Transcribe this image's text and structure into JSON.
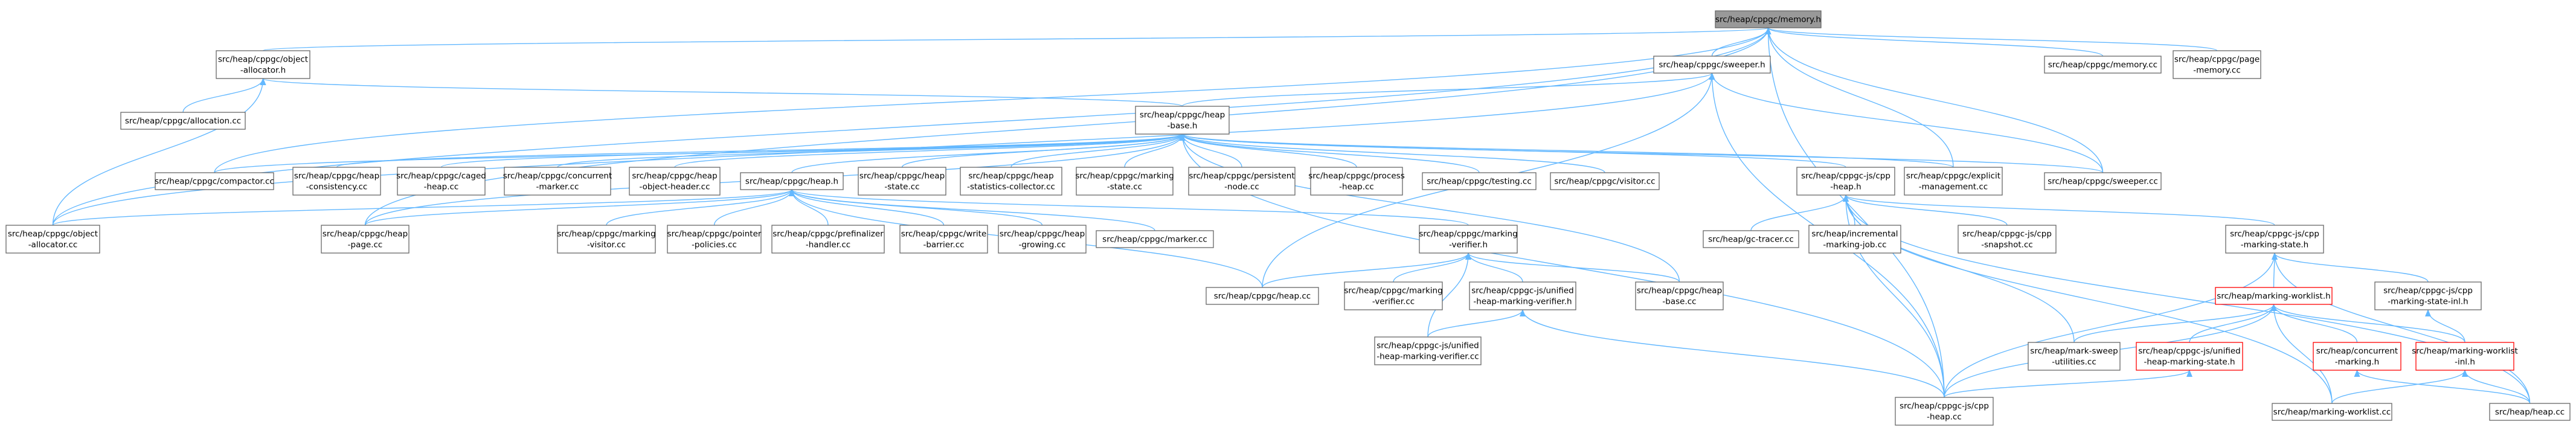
{
  "nodes": [
    {
      "id": "memory_h",
      "lines": [
        "src/heap/cppgc/memory.h"
      ],
      "style": "root"
    },
    {
      "id": "object_allocator_h",
      "lines": [
        "src/heap/cppgc/object",
        "-allocator.h"
      ]
    },
    {
      "id": "sweeper_h",
      "lines": [
        "src/heap/cppgc/sweeper.h"
      ]
    },
    {
      "id": "memory_cc",
      "lines": [
        "src/heap/cppgc/memory.cc"
      ]
    },
    {
      "id": "page_memory_cc",
      "lines": [
        "src/heap/cppgc/page",
        "-memory.cc"
      ]
    },
    {
      "id": "allocation_cc",
      "lines": [
        "src/heap/cppgc/allocation.cc"
      ]
    },
    {
      "id": "heap_base_h",
      "lines": [
        "src/heap/cppgc/heap",
        "-base.h"
      ]
    },
    {
      "id": "compactor_cc",
      "lines": [
        "src/heap/cppgc/compactor.cc"
      ]
    },
    {
      "id": "heap_consistency_cc",
      "lines": [
        "src/heap/cppgc/heap",
        "-consistency.cc"
      ]
    },
    {
      "id": "caged_heap_cc",
      "lines": [
        "src/heap/cppgc/caged",
        "-heap.cc"
      ]
    },
    {
      "id": "concurrent_marker_cc",
      "lines": [
        "src/heap/cppgc/concurrent",
        "-marker.cc"
      ]
    },
    {
      "id": "object_header_cc",
      "lines": [
        "src/heap/cppgc/heap",
        "-object-header.cc"
      ]
    },
    {
      "id": "heap_h",
      "lines": [
        "src/heap/cppgc/heap.h"
      ]
    },
    {
      "id": "heap_state_cc",
      "lines": [
        "src/heap/cppgc/heap",
        "-state.cc"
      ]
    },
    {
      "id": "stats_collector_cc",
      "lines": [
        "src/heap/cppgc/heap",
        "-statistics-collector.cc"
      ]
    },
    {
      "id": "marking_state_cc",
      "lines": [
        "src/heap/cppgc/marking",
        "-state.cc"
      ]
    },
    {
      "id": "persistent_node_cc",
      "lines": [
        "src/heap/cppgc/persistent",
        "-node.cc"
      ]
    },
    {
      "id": "process_heap_cc",
      "lines": [
        "src/heap/cppgc/process",
        "-heap.cc"
      ]
    },
    {
      "id": "testing_cc",
      "lines": [
        "src/heap/cppgc/testing.cc"
      ]
    },
    {
      "id": "visitor_cc",
      "lines": [
        "src/heap/cppgc/visitor.cc"
      ]
    },
    {
      "id": "cpp_heap_h",
      "lines": [
        "src/heap/cppgc-js/cpp",
        "-heap.h"
      ]
    },
    {
      "id": "explicit_mgmt_cc",
      "lines": [
        "src/heap/cppgc/explicit",
        "-management.cc"
      ]
    },
    {
      "id": "sweeper_cc",
      "lines": [
        "src/heap/cppgc/sweeper.cc"
      ]
    },
    {
      "id": "object_allocator_cc",
      "lines": [
        "src/heap/cppgc/object",
        "-allocator.cc"
      ]
    },
    {
      "id": "heap_page_cc",
      "lines": [
        "src/heap/cppgc/heap",
        "-page.cc"
      ]
    },
    {
      "id": "marking_visitor_cc",
      "lines": [
        "src/heap/cppgc/marking",
        "-visitor.cc"
      ]
    },
    {
      "id": "pointer_policies_cc",
      "lines": [
        "src/heap/cppgc/pointer",
        "-policies.cc"
      ]
    },
    {
      "id": "prefinalizer_handler_cc",
      "lines": [
        "src/heap/cppgc/prefinalizer",
        "-handler.cc"
      ]
    },
    {
      "id": "write_barrier_cc",
      "lines": [
        "src/heap/cppgc/write",
        "-barrier.cc"
      ]
    },
    {
      "id": "heap_growing_cc",
      "lines": [
        "src/heap/cppgc/heap",
        "-growing.cc"
      ]
    },
    {
      "id": "marker_cc",
      "lines": [
        "src/heap/cppgc/marker.cc"
      ]
    },
    {
      "id": "marking_verifier_h",
      "lines": [
        "src/heap/cppgc/marking",
        "-verifier.h"
      ]
    },
    {
      "id": "gc_tracer_cc",
      "lines": [
        "src/heap/gc-tracer.cc"
      ]
    },
    {
      "id": "incremental_marking_job_cc",
      "lines": [
        "src/heap/incremental",
        "-marking-job.cc"
      ]
    },
    {
      "id": "cpp_snapshot_cc",
      "lines": [
        "src/heap/cppgc-js/cpp",
        "-snapshot.cc"
      ]
    },
    {
      "id": "cpp_marking_state_h",
      "lines": [
        "src/heap/cppgc-js/cpp",
        "-marking-state.h"
      ]
    },
    {
      "id": "heap_cc_cppgc",
      "lines": [
        "src/heap/cppgc/heap.cc"
      ]
    },
    {
      "id": "marking_verifier_cc",
      "lines": [
        "src/heap/cppgc/marking",
        "-verifier.cc"
      ]
    },
    {
      "id": "unified_verifier_h",
      "lines": [
        "src/heap/cppgc-js/unified",
        "-heap-marking-verifier.h"
      ]
    },
    {
      "id": "heap_base_cc",
      "lines": [
        "src/heap/cppgc/heap",
        "-base.cc"
      ]
    },
    {
      "id": "marking_worklist_h",
      "lines": [
        "src/heap/marking-worklist.h"
      ],
      "style": "red"
    },
    {
      "id": "cpp_marking_state_inl_h",
      "lines": [
        "src/heap/cppgc-js/cpp",
        "-marking-state-inl.h"
      ]
    },
    {
      "id": "unified_verifier_cc",
      "lines": [
        "src/heap/cppgc-js/unified",
        "-heap-marking-verifier.cc"
      ]
    },
    {
      "id": "mark_sweep_utilities_cc",
      "lines": [
        "src/heap/mark-sweep",
        "-utilities.cc"
      ]
    },
    {
      "id": "unified_marking_state_h",
      "lines": [
        "src/heap/cppgc-js/unified",
        "-heap-marking-state.h"
      ],
      "style": "red"
    },
    {
      "id": "concurrent_marking_h",
      "lines": [
        "src/heap/concurrent",
        "-marking.h"
      ],
      "style": "red"
    },
    {
      "id": "marking_worklist_inl_h",
      "lines": [
        "src/heap/marking-worklist",
        "-inl.h"
      ],
      "style": "red"
    },
    {
      "id": "cpp_heap_cc",
      "lines": [
        "src/heap/cppgc-js/cpp",
        "-heap.cc"
      ]
    },
    {
      "id": "marking_worklist_cc",
      "lines": [
        "src/heap/marking-worklist.cc"
      ]
    },
    {
      "id": "heap_cc",
      "lines": [
        "src/heap/heap.cc"
      ]
    }
  ],
  "edges": [
    [
      "object_allocator_h",
      "memory_h"
    ],
    [
      "sweeper_h",
      "memory_h"
    ],
    [
      "memory_cc",
      "memory_h"
    ],
    [
      "page_memory_cc",
      "memory_h"
    ],
    [
      "object_allocator_cc",
      "memory_h"
    ],
    [
      "compactor_cc",
      "memory_h"
    ],
    [
      "heap_page_cc",
      "memory_h"
    ],
    [
      "explicit_mgmt_cc",
      "memory_h"
    ],
    [
      "sweeper_cc",
      "memory_h"
    ],
    [
      "cpp_heap_cc",
      "memory_h"
    ],
    [
      "allocation_cc",
      "object_allocator_h"
    ],
    [
      "heap_base_h",
      "object_allocator_h"
    ],
    [
      "object_allocator_cc",
      "object_allocator_h"
    ],
    [
      "heap_base_h",
      "sweeper_h"
    ],
    [
      "sweeper_cc",
      "sweeper_h"
    ],
    [
      "heap_cc_cppgc",
      "sweeper_h"
    ],
    [
      "cpp_heap_cc",
      "sweeper_h"
    ],
    [
      "object_allocator_cc",
      "sweeper_h"
    ],
    [
      "compactor_cc",
      "heap_base_h"
    ],
    [
      "heap_consistency_cc",
      "heap_base_h"
    ],
    [
      "caged_heap_cc",
      "heap_base_h"
    ],
    [
      "concurrent_marker_cc",
      "heap_base_h"
    ],
    [
      "object_header_cc",
      "heap_base_h"
    ],
    [
      "heap_h",
      "heap_base_h"
    ],
    [
      "heap_state_cc",
      "heap_base_h"
    ],
    [
      "stats_collector_cc",
      "heap_base_h"
    ],
    [
      "marking_state_cc",
      "heap_base_h"
    ],
    [
      "persistent_node_cc",
      "heap_base_h"
    ],
    [
      "process_heap_cc",
      "heap_base_h"
    ],
    [
      "testing_cc",
      "heap_base_h"
    ],
    [
      "visitor_cc",
      "heap_base_h"
    ],
    [
      "cpp_heap_h",
      "heap_base_h"
    ],
    [
      "explicit_mgmt_cc",
      "heap_base_h"
    ],
    [
      "sweeper_cc",
      "heap_base_h"
    ],
    [
      "heap_base_cc",
      "heap_base_h"
    ],
    [
      "cpp_heap_cc",
      "heap_base_h"
    ],
    [
      "heap_page_cc",
      "heap_base_h"
    ],
    [
      "object_allocator_cc",
      "heap_h"
    ],
    [
      "heap_page_cc",
      "heap_h"
    ],
    [
      "marking_visitor_cc",
      "heap_h"
    ],
    [
      "pointer_policies_cc",
      "heap_h"
    ],
    [
      "prefinalizer_handler_cc",
      "heap_h"
    ],
    [
      "write_barrier_cc",
      "heap_h"
    ],
    [
      "heap_growing_cc",
      "heap_h"
    ],
    [
      "marker_cc",
      "heap_h"
    ],
    [
      "heap_cc_cppgc",
      "heap_h"
    ],
    [
      "marking_verifier_h",
      "heap_h"
    ],
    [
      "heap_cc_cppgc",
      "marking_verifier_h"
    ],
    [
      "marking_verifier_cc",
      "marking_verifier_h"
    ],
    [
      "unified_verifier_h",
      "marking_verifier_h"
    ],
    [
      "heap_base_cc",
      "marking_verifier_h"
    ],
    [
      "unified_verifier_cc",
      "marking_verifier_h"
    ],
    [
      "unified_verifier_cc",
      "unified_verifier_h"
    ],
    [
      "cpp_heap_cc",
      "unified_verifier_h"
    ],
    [
      "gc_tracer_cc",
      "cpp_heap_h"
    ],
    [
      "incremental_marking_job_cc",
      "cpp_heap_h"
    ],
    [
      "cpp_snapshot_cc",
      "cpp_heap_h"
    ],
    [
      "cpp_marking_state_h",
      "cpp_heap_h"
    ],
    [
      "cpp_heap_cc",
      "cpp_heap_h"
    ],
    [
      "mark_sweep_utilities_cc",
      "cpp_heap_h"
    ],
    [
      "heap_cc",
      "cpp_heap_h"
    ],
    [
      "marking_worklist_cc",
      "cpp_heap_h"
    ],
    [
      "marking_worklist_h",
      "cpp_marking_state_h"
    ],
    [
      "cpp_marking_state_inl_h",
      "cpp_marking_state_h"
    ],
    [
      "cpp_heap_cc",
      "cpp_marking_state_h"
    ],
    [
      "heap_cc",
      "cpp_marking_state_h"
    ],
    [
      "mark_sweep_utilities_cc",
      "marking_worklist_h"
    ],
    [
      "unified_marking_state_h",
      "marking_worklist_h"
    ],
    [
      "concurrent_marking_h",
      "marking_worklist_h"
    ],
    [
      "marking_worklist_inl_h",
      "marking_worklist_h"
    ],
    [
      "cpp_heap_cc",
      "marking_worklist_h"
    ],
    [
      "marking_worklist_cc",
      "marking_worklist_h"
    ],
    [
      "marking_worklist_inl_h",
      "cpp_marking_state_inl_h"
    ],
    [
      "cpp_heap_cc",
      "unified_marking_state_h"
    ],
    [
      "heap_cc",
      "concurrent_marking_h"
    ],
    [
      "marking_worklist_cc",
      "marking_worklist_inl_h"
    ],
    [
      "heap_cc",
      "marking_worklist_inl_h"
    ]
  ]
}
